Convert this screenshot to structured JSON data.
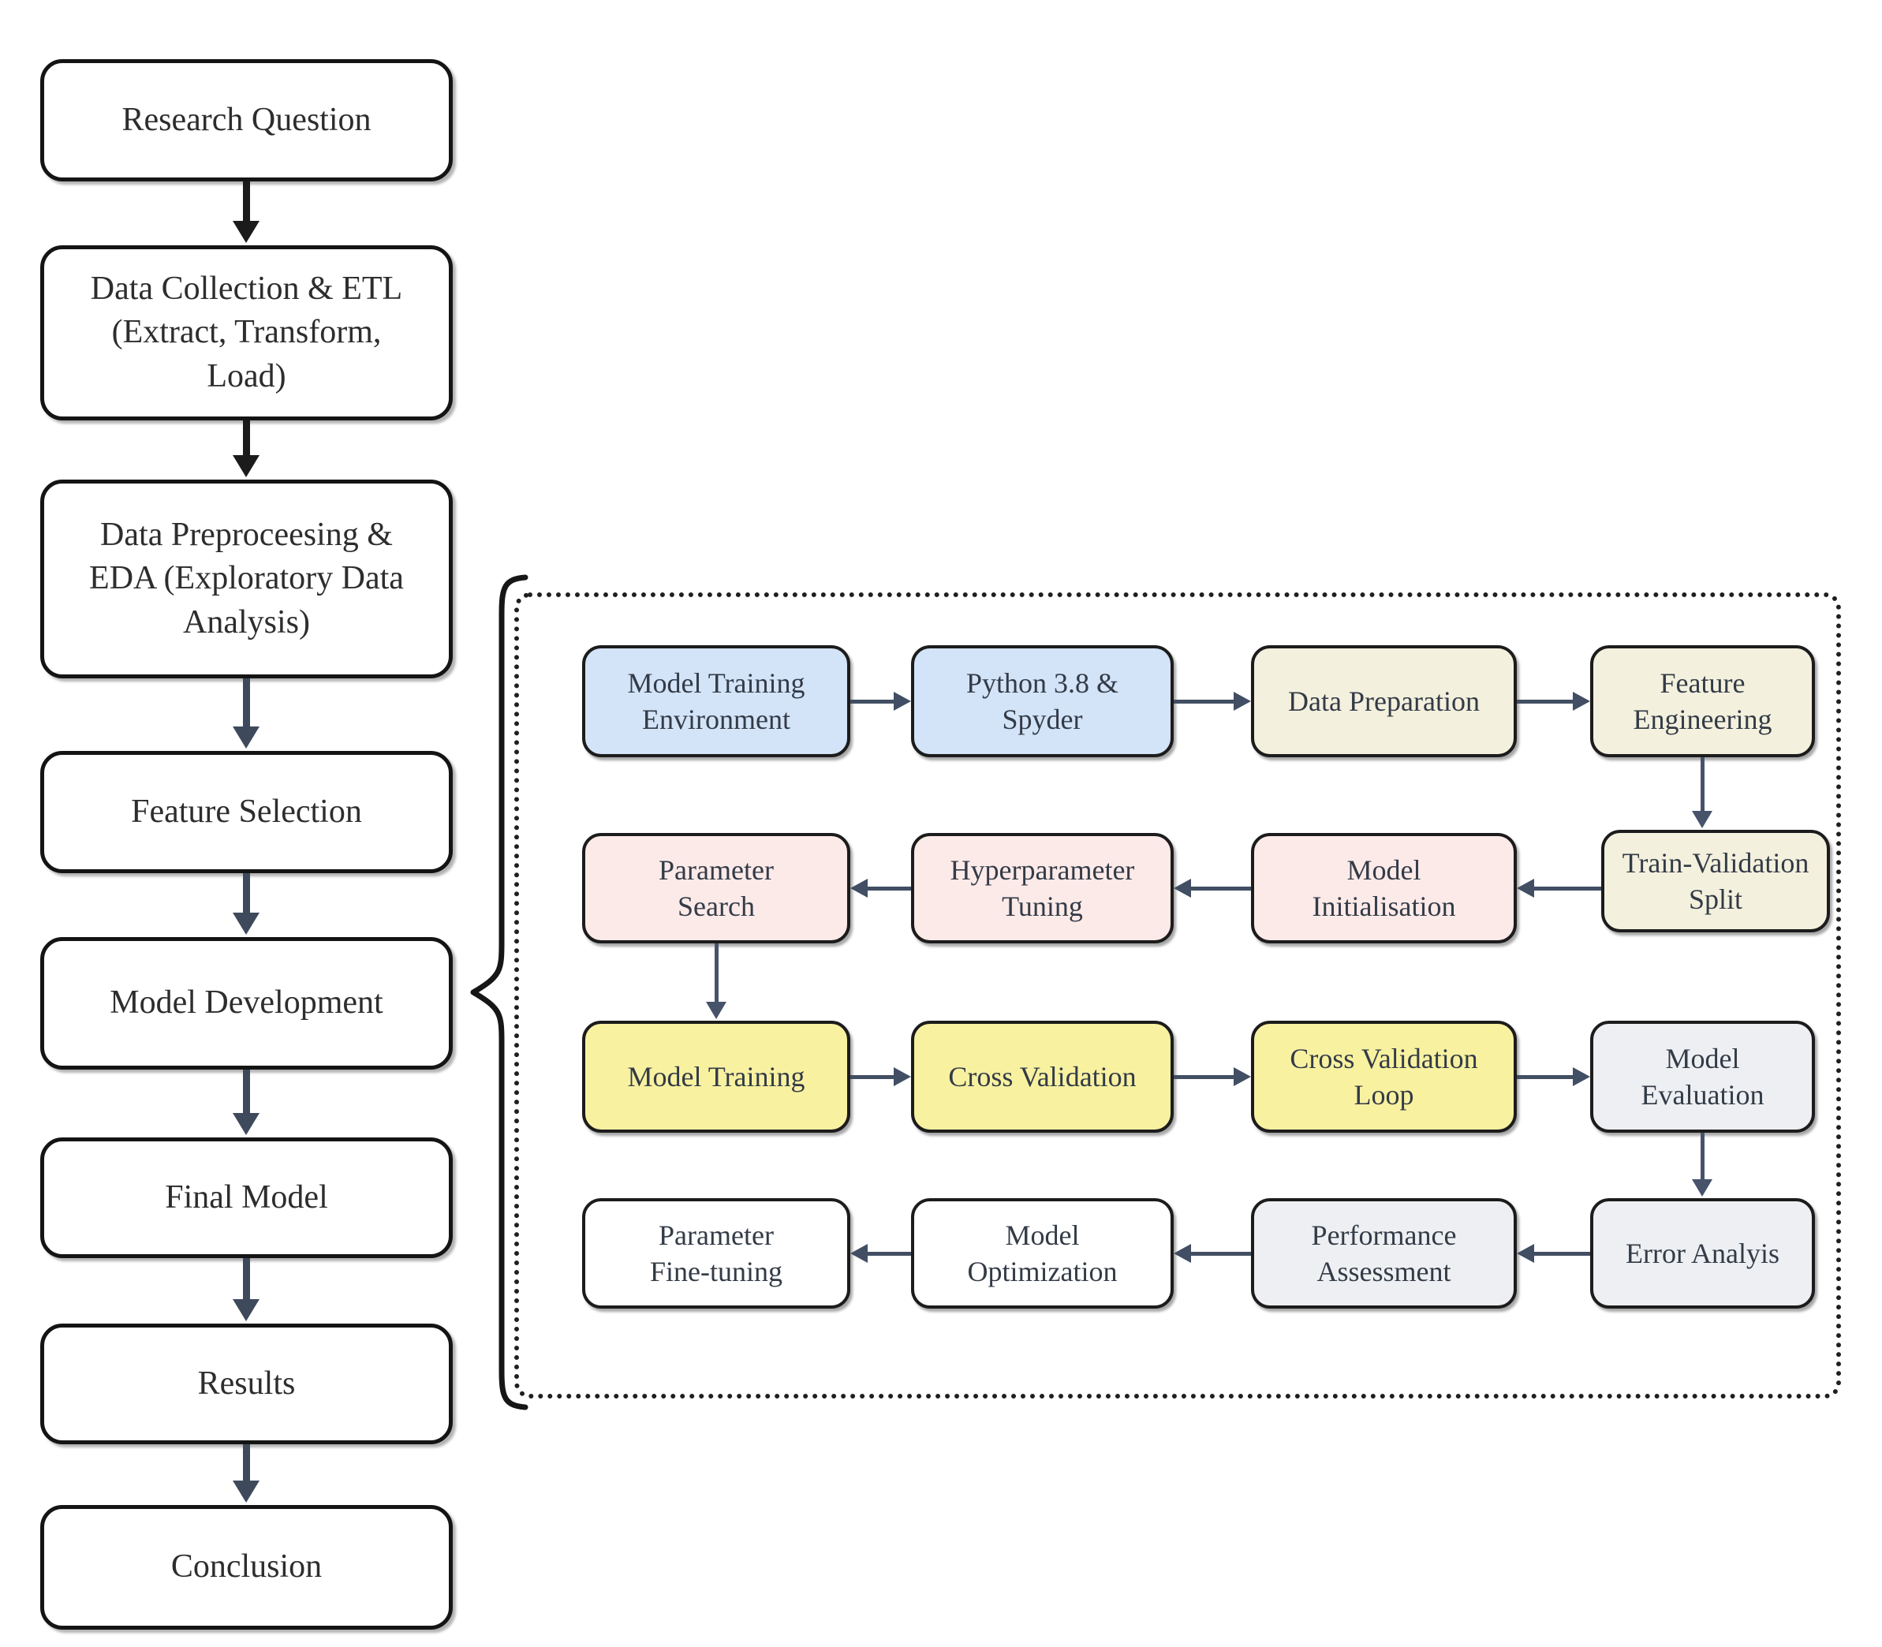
{
  "left_flow": {
    "steps": [
      {
        "label": "Research Question"
      },
      {
        "label": "Data Collection & ETL\n(Extract, Transform,\nLoad)"
      },
      {
        "label": "Data Preproceesing &\nEDA (Exploratory Data\nAnalysis)"
      },
      {
        "label": "Feature Selection"
      },
      {
        "label": "Model Development"
      },
      {
        "label": "Final Model"
      },
      {
        "label": "Results"
      },
      {
        "label": "Conclusion"
      }
    ]
  },
  "detail": {
    "rows": [
      {
        "direction": "right",
        "nodes": [
          {
            "label": "Model Training\nEnvironment",
            "color": "#d3e3f8"
          },
          {
            "label": "Python 3.8 &\nSpyder",
            "color": "#d3e3f8"
          },
          {
            "label": "Data Preparation",
            "color": "#f3f0dd"
          },
          {
            "label": "Feature\nEngineering",
            "color": "#f3f0dd"
          }
        ]
      },
      {
        "direction": "left",
        "nodes": [
          {
            "label": "Parameter\nSearch",
            "color": "#fceae8"
          },
          {
            "label": "Hyperparameter\nTuning",
            "color": "#fceae8"
          },
          {
            "label": "Model\nInitialisation",
            "color": "#fceae8"
          },
          {
            "label": "Train-Validation\nSplit",
            "color": "#f3f0dd"
          }
        ]
      },
      {
        "direction": "right",
        "nodes": [
          {
            "label": "Model Training",
            "color": "#f8f1a0"
          },
          {
            "label": "Cross Validation",
            "color": "#f8f1a0"
          },
          {
            "label": "Cross Validation\nLoop",
            "color": "#f8f1a0"
          },
          {
            "label": "Model\nEvaluation",
            "color": "#edeff2"
          }
        ]
      },
      {
        "direction": "left",
        "nodes": [
          {
            "label": "Parameter\nFine-tuning",
            "color": "#ffffff"
          },
          {
            "label": "Model\nOptimization",
            "color": "#ffffff"
          },
          {
            "label": "Performance\nAssessment",
            "color": "#edeff2"
          },
          {
            "label": "Error Analyis",
            "color": "#edeff2"
          }
        ]
      }
    ]
  },
  "palette": {
    "blue": "#d3e3f8",
    "beige": "#f3f0dd",
    "pink": "#fceae8",
    "yellow": "#f8f1a0",
    "gray": "#edeff2",
    "white": "#ffffff",
    "box_border": "#1c1c1c",
    "arrow": "#414e63",
    "text": "#2d2d2d"
  }
}
